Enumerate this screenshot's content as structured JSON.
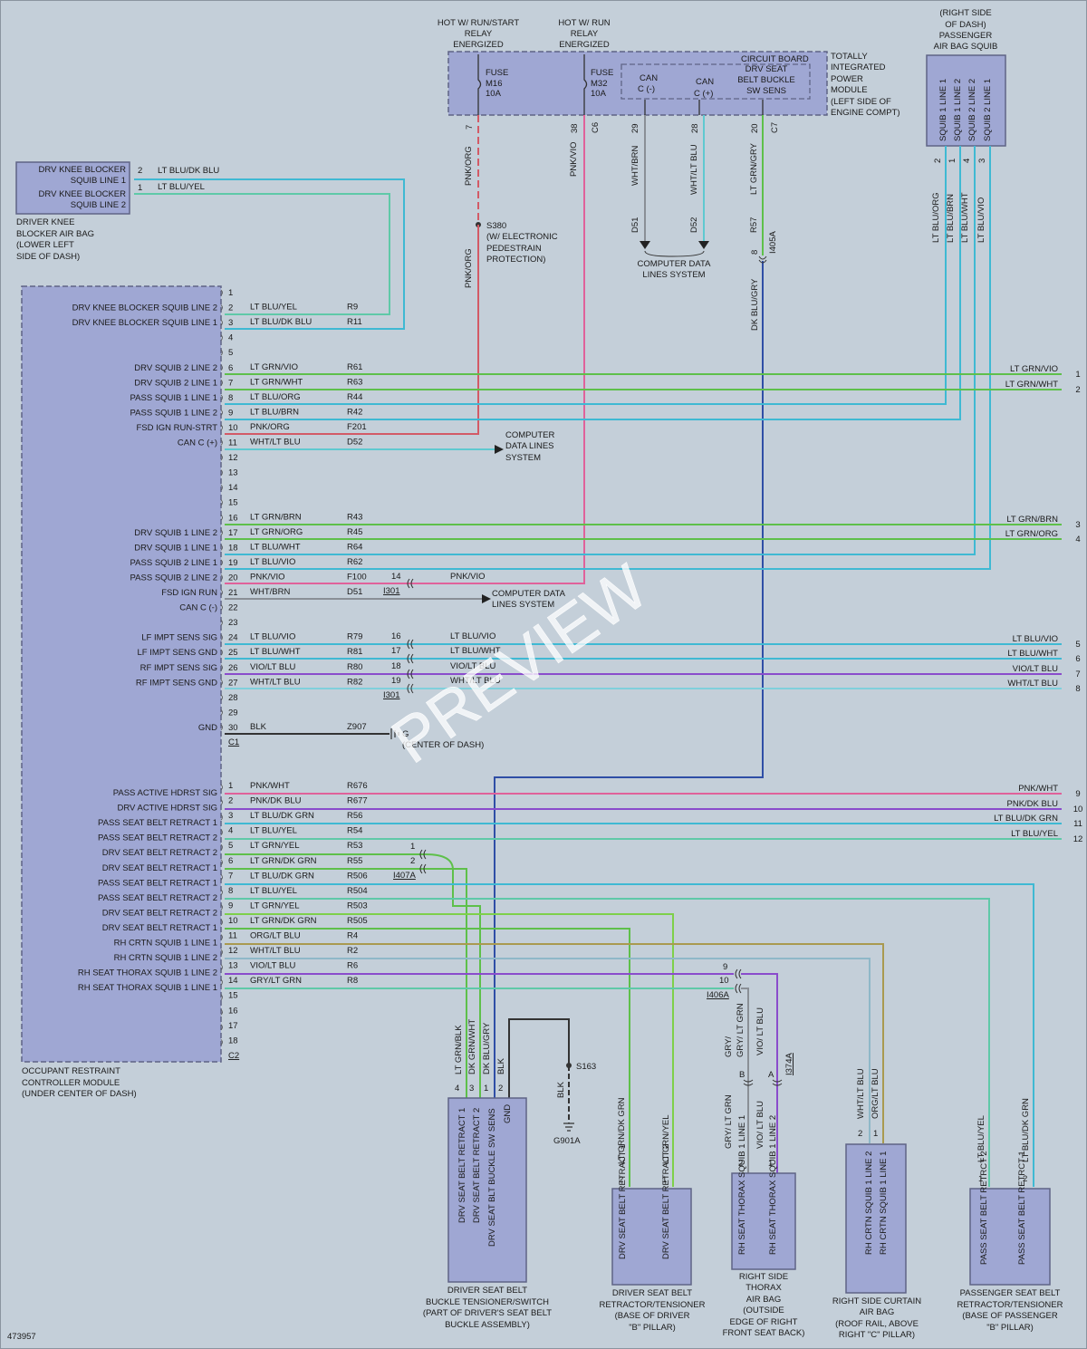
{
  "diagram_id": "473957",
  "watermark": "PREVIEW",
  "tipm": {
    "relay1": [
      "HOT W/ RUN/START",
      "RELAY",
      "ENERGIZED"
    ],
    "relay2": [
      "HOT W/ RUN",
      "RELAY",
      "ENERGIZED"
    ],
    "fuse1": [
      "FUSE",
      "M16",
      "10A"
    ],
    "fuse2": [
      "FUSE",
      "M32",
      "10A"
    ],
    "can_minus": [
      "CAN",
      "C (-)"
    ],
    "can_plus": [
      "CAN",
      "C (+)"
    ],
    "circuit_board": "CIRCUIT BOARD",
    "drv_seat_sens": [
      "DRV SEAT",
      "BELT BUCKLE",
      "SW SENS"
    ],
    "name": [
      "TOTALLY",
      "INTEGRATED",
      "POWER",
      "MODULE",
      "(LEFT SIDE OF",
      "ENGINE COMPT)"
    ],
    "pins": [
      "7",
      "38",
      "29",
      "28",
      "20"
    ],
    "connectors": [
      "C6",
      "C7"
    ]
  },
  "tipm_wires": {
    "w7_color": "PNK/ORG",
    "w38_color": "PNK/VIO",
    "w29_color": "WHT/BRN",
    "w28_color": "WHT/LT BLU",
    "w20_color": "LT GRN/GRY",
    "d51": "D51",
    "d52": "D52",
    "r57": "R57",
    "pin8": "8",
    "i405a": "I405A",
    "s380": [
      "S380",
      "(W/ ELECTRONIC",
      "PEDESTRAIN",
      "PROTECTION)"
    ],
    "pnk_org_lower": "PNK/ORG",
    "dk_blu_gry": "DK BLU/GRY",
    "computer_data": [
      "COMPUTER DATA",
      "LINES SYSTEM"
    ]
  },
  "passenger_squib": {
    "title": [
      "(RIGHT SIDE",
      "OF DASH)",
      "PASSENGER",
      "AIR BAG SQUIB"
    ],
    "pins": [
      "SQUIB 1 LINE 1",
      "SQUIB 1 LINE 2",
      "SQUIB 2 LINE 2",
      "SQUIB 2 LINE 1"
    ],
    "pin_nums": [
      "2",
      "1",
      "4",
      "3"
    ],
    "wire_colors": [
      "LT BLU/ORG",
      "LT BLU/BRN",
      "LT BLU/WHT",
      "LT BLU/VIO"
    ]
  },
  "knee_blocker": {
    "lines": [
      "DRV KNEE BLOCKER",
      "SQUIB LINE 1",
      "DRV KNEE BLOCKER",
      "SQUIB LINE 2"
    ],
    "pins": [
      "2",
      "1"
    ],
    "wires": [
      "LT BLU/DK BLU",
      "LT BLU/YEL"
    ],
    "name": [
      "DRIVER KNEE",
      "BLOCKER AIR BAG",
      "(LOWER LEFT",
      "SIDE OF DASH)"
    ]
  },
  "orc": {
    "name": [
      "OCCUPANT RESTRAINT",
      "CONTROLLER MODULE",
      "(UNDER CENTER OF DASH)"
    ],
    "c1": "C1",
    "c2": "C2",
    "c1_pins": [
      {
        "pin": "1",
        "label": "",
        "color": "",
        "circuit": ""
      },
      {
        "pin": "2",
        "label": "DRV KNEE BLOCKER SQUIB LINE 2",
        "color": "LT BLU/YEL",
        "circuit": "R9"
      },
      {
        "pin": "3",
        "label": "DRV KNEE BLOCKER SQUIB LINE 1",
        "color": "LT BLU/DK BLU",
        "circuit": "R11"
      },
      {
        "pin": "4",
        "label": "",
        "color": "",
        "circuit": ""
      },
      {
        "pin": "5",
        "label": "",
        "color": "",
        "circuit": ""
      },
      {
        "pin": "6",
        "label": "DRV SQUIB 2 LINE 2",
        "color": "LT GRN/VIO",
        "circuit": "R61"
      },
      {
        "pin": "7",
        "label": "DRV SQUIB 2 LINE 1",
        "color": "LT GRN/WHT",
        "circuit": "R63"
      },
      {
        "pin": "8",
        "label": "PASS SQUIB 1 LINE 1",
        "color": "LT BLU/ORG",
        "circuit": "R44"
      },
      {
        "pin": "9",
        "label": "PASS SQUIB 1 LINE 2",
        "color": "LT BLU/BRN",
        "circuit": "R42"
      },
      {
        "pin": "10",
        "label": "FSD IGN RUN-STRT",
        "color": "PNK/ORG",
        "circuit": "F201"
      },
      {
        "pin": "11",
        "label": "CAN C (+)",
        "color": "WHT/LT BLU",
        "circuit": "D52"
      },
      {
        "pin": "12",
        "label": "",
        "color": "",
        "circuit": ""
      },
      {
        "pin": "13",
        "label": "",
        "color": "",
        "circuit": ""
      },
      {
        "pin": "14",
        "label": "",
        "color": "",
        "circuit": ""
      },
      {
        "pin": "15",
        "label": "",
        "color": "",
        "circuit": ""
      },
      {
        "pin": "16",
        "label": "",
        "color": "LT GRN/BRN",
        "circuit": "R43"
      },
      {
        "pin": "17",
        "label": "DRV SQUIB 1 LINE 2",
        "color": "LT GRN/ORG",
        "circuit": "R45"
      },
      {
        "pin": "18",
        "label": "DRV SQUIB 1 LINE 1",
        "color": "LT BLU/WHT",
        "circuit": "R64"
      },
      {
        "pin": "19",
        "label": "PASS SQUIB 2 LINE 1",
        "color": "LT BLU/VIO",
        "circuit": "R62"
      },
      {
        "pin": "20",
        "label": "PASS SQUIB 2 LINE 2",
        "color": "PNK/VIO",
        "circuit": "F100"
      },
      {
        "pin": "21",
        "label": "FSD IGN RUN",
        "color": "WHT/BRN",
        "circuit": "D51"
      },
      {
        "pin": "22",
        "label": "CAN C (-)",
        "color": "",
        "circuit": ""
      },
      {
        "pin": "23",
        "label": "",
        "color": "",
        "circuit": ""
      },
      {
        "pin": "24",
        "label": "LF IMPT SENS SIG",
        "color": "LT BLU/VIO",
        "circuit": "R79"
      },
      {
        "pin": "25",
        "label": "LF IMPT SENS GND",
        "color": "LT BLU/WHT",
        "circuit": "R81"
      },
      {
        "pin": "26",
        "label": "RF IMPT SENS SIG",
        "color": "VIO/LT BLU",
        "circuit": "R80"
      },
      {
        "pin": "27",
        "label": "RF IMPT SENS GND",
        "color": "WHT/LT BLU",
        "circuit": "R82"
      },
      {
        "pin": "28",
        "label": "",
        "color": "",
        "circuit": ""
      },
      {
        "pin": "29",
        "label": "",
        "color": "",
        "circuit": ""
      },
      {
        "pin": "30",
        "label": "GND",
        "color": "BLK",
        "circuit": "Z907"
      }
    ],
    "c2_pins": [
      {
        "pin": "1",
        "label": "PASS ACTIVE HDRST SIG",
        "color": "PNK/WHT",
        "circuit": "R676"
      },
      {
        "pin": "2",
        "label": "DRV ACTIVE HDRST SIG",
        "color": "PNK/DK BLU",
        "circuit": "R677"
      },
      {
        "pin": "3",
        "label": "PASS SEAT BELT RETRACT 1",
        "color": "LT BLU/DK GRN",
        "circuit": "R56"
      },
      {
        "pin": "4",
        "label": "PASS SEAT BELT RETRACT 2",
        "color": "LT BLU/YEL",
        "circuit": "R54"
      },
      {
        "pin": "5",
        "label": "DRV SEAT BELT RETRACT 2",
        "color": "LT GRN/YEL",
        "circuit": "R53"
      },
      {
        "pin": "6",
        "label": "DRV SEAT BELT RETRACT 1",
        "color": "LT GRN/DK GRN",
        "circuit": "R55"
      },
      {
        "pin": "7",
        "label": "PASS SEAT BELT RETRACT 1",
        "color": "LT BLU/DK GRN",
        "circuit": "R506"
      },
      {
        "pin": "8",
        "label": "PASS SEAT BELT RETRACT 2",
        "color": "LT BLU/YEL",
        "circuit": "R504"
      },
      {
        "pin": "9",
        "label": "DRV SEAT BELT RETRACT 2",
        "color": "LT GRN/YEL",
        "circuit": "R503"
      },
      {
        "pin": "10",
        "label": "DRV SEAT BELT RETRACT 1",
        "color": "LT GRN/DK GRN",
        "circuit": "R505"
      },
      {
        "pin": "11",
        "label": "RH CRTN SQUIB 1 LINE 1",
        "color": "ORG/LT BLU",
        "circuit": "R4"
      },
      {
        "pin": "12",
        "label": "RH CRTN SQUIB 1 LINE 2",
        "color": "WHT/LT BLU",
        "circuit": "R2"
      },
      {
        "pin": "13",
        "label": "RH SEAT THORAX SQUIB 1 LINE 2",
        "color": "VIO/LT BLU",
        "circuit": "R6"
      },
      {
        "pin": "14",
        "label": "RH SEAT THORAX SQUIB 1 LINE 1",
        "color": "GRY/LT GRN",
        "circuit": "R8"
      },
      {
        "pin": "15",
        "label": "",
        "color": "",
        "circuit": ""
      },
      {
        "pin": "16",
        "label": "",
        "color": "",
        "circuit": ""
      },
      {
        "pin": "17",
        "label": "",
        "color": "",
        "circuit": ""
      },
      {
        "pin": "18",
        "label": "",
        "color": "",
        "circuit": ""
      }
    ]
  },
  "right_labels": [
    {
      "color": "LT GRN/VIO",
      "num": "1"
    },
    {
      "color": "LT GRN/WHT",
      "num": "2"
    },
    {
      "color": "LT GRN/BRN",
      "num": "3"
    },
    {
      "color": "LT GRN/ORG",
      "num": "4"
    },
    {
      "color": "LT BLU/VIO",
      "num": "5"
    },
    {
      "color": "LT BLU/WHT",
      "num": "6"
    },
    {
      "color": "VIO/LT BLU",
      "num": "7"
    },
    {
      "color": "WHT/LT BLU",
      "num": "8"
    },
    {
      "color": "PNK/WHT",
      "num": "9"
    },
    {
      "color": "PNK/DK BLU",
      "num": "10"
    },
    {
      "color": "LT BLU/DK GRN",
      "num": "11"
    },
    {
      "color": "LT BLU/YEL",
      "num": "12"
    }
  ],
  "mid_connectors": {
    "i301_pins": [
      "14",
      "16",
      "17",
      "18",
      "19"
    ],
    "i301_colors": [
      "PNK/VIO",
      "LT BLU/VIO",
      "LT BLU/WHT",
      "VIO/LT BLU",
      "WHT/LT BLU"
    ],
    "i301": "I301",
    "i407a_pins": [
      "1",
      "2"
    ],
    "i407a": "I407A",
    "i406a_pins": [
      "9",
      "10"
    ],
    "i406a": "I406A",
    "gnd_text": [
      "G",
      "(CENTER OF DASH)"
    ],
    "computer1": [
      "COMPUTER",
      "DATA LINES",
      "SYSTEM"
    ],
    "computer2": [
      "COMPUTER DATA",
      "LINES SYSTEM"
    ]
  },
  "buckle": {
    "pins": [
      "DRV SEAT BELT RETRACT 1",
      "DRV SEAT BELT RETRACT 2",
      "DRV SEAT BLT BUCKLE SW SENS",
      "GND"
    ],
    "pin_nums": [
      "4",
      "3",
      "1",
      "2"
    ],
    "wire_colors": [
      "LT GRN/BLK",
      "DK GRN/WHT",
      "DK BLU/GRY",
      "BLK"
    ],
    "s163": "S163",
    "g901a": "G901A",
    "blk": "BLK",
    "name": [
      "DRIVER SEAT BELT",
      "BUCKLE TENSIONER/SWITCH",
      "(PART OF DRIVER'S SEAT BELT",
      "BUCKLE ASSEMBLY)"
    ]
  },
  "drv_retractor": {
    "pins": [
      "DRV SEAT BELT RETRACT 1",
      "DRV SEAT BELT RETRACT 2"
    ],
    "pin_nums": [
      "2",
      "1"
    ],
    "wire_colors": [
      "LT GRN/DK GRN",
      "LT GRN/YEL"
    ],
    "name": [
      "DRIVER SEAT BELT",
      "RETRACTOR/TENSIONER",
      "(BASE OF DRIVER",
      "\"B\" PILLAR)"
    ]
  },
  "thorax": {
    "pins": [
      "RH SEAT THORAX SQUIB 1 LINE 1",
      "RH SEAT THORAX SQUIB 1 LINE 2"
    ],
    "pin_nums": [
      "2",
      "1"
    ],
    "wire_colors": [
      "GRY/ LT GRN",
      "VIO/ LT BLU"
    ],
    "upper_colors": [
      "GRY/ LT GRN",
      "VIO/ LT BLU"
    ],
    "conn_pins": [
      "B",
      "A"
    ],
    "i374a": "I374A",
    "name": [
      "RIGHT SIDE",
      "THORAX",
      "AIR BAG",
      "(OUTSIDE",
      "EDGE OF RIGHT",
      "FRONT SEAT BACK)"
    ]
  },
  "curtain": {
    "pins": [
      "RH CRTN SQUIB 1 LINE 2",
      "RH CRTN SQUIB 1 LINE 1"
    ],
    "pin_nums": [
      "2",
      "1"
    ],
    "wire_colors": [
      "WHT/LT BLU",
      "ORG/LT BLU"
    ],
    "name": [
      "RIGHT SIDE CURTAIN",
      "AIR BAG",
      "(ROOF RAIL, ABOVE",
      "RIGHT \"C\" PILLAR)"
    ]
  },
  "pass_retractor": {
    "pins": [
      "PASS SEAT BELT RETRCT 2",
      "PASS SEAT BELT RETRCT 1"
    ],
    "pin_nums": [
      "1",
      "2"
    ],
    "wire_colors": [
      "LT BLU/YEL",
      "LT BLU/DK GRN"
    ],
    "name": [
      "PASSENGER SEAT BELT",
      "RETRACTOR/TENSIONER",
      "(BASE OF PASSENGER",
      "\"B\" PILLAR)"
    ]
  },
  "colors": {
    "ltblu": "#3fb9d3",
    "ltgrn": "#5ec04a",
    "pink": "#e0619a",
    "purple": "#8a4ccc",
    "darkblue": "#2f4ea6",
    "gray": "#8a8f96",
    "olive": "#a99a50",
    "black": "#333333",
    "cyan": "#5fc9d0",
    "red": "#d35a66"
  }
}
